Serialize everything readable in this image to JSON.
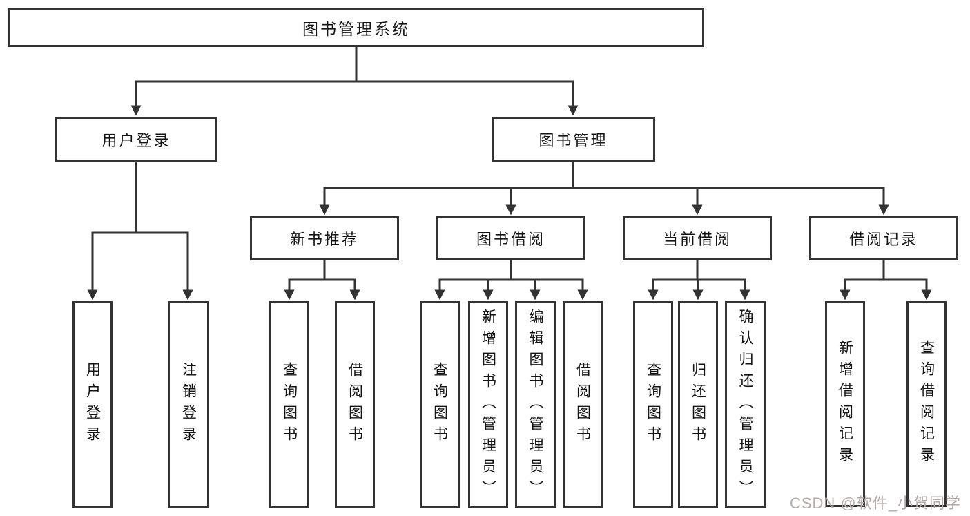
{
  "colors": {
    "line": "#333333",
    "box_background": "#ffffff",
    "text": "#141414",
    "watermark": "#b3a9a9"
  },
  "watermark": "CSDN @软件_小贺同学",
  "tree": {
    "root": {
      "label": "图书管理系统"
    },
    "branches": [
      {
        "label": "用户登录",
        "children": [
          {
            "label": "用户登录"
          },
          {
            "label": "注销登录"
          }
        ]
      },
      {
        "label": "图书管理",
        "groups": [
          {
            "label": "新书推荐",
            "children": [
              {
                "label": "查询图书"
              },
              {
                "label": "借阅图书"
              }
            ]
          },
          {
            "label": "图书借阅",
            "children": [
              {
                "label": "查询图书"
              },
              {
                "label": "新增图书（管理员）"
              },
              {
                "label": "编辑图书（管理员）"
              },
              {
                "label": "借阅图书"
              }
            ]
          },
          {
            "label": "当前借阅",
            "children": [
              {
                "label": "查询图书"
              },
              {
                "label": "归还图书"
              },
              {
                "label": "确认归还（管理员）"
              }
            ]
          },
          {
            "label": "借阅记录",
            "children": [
              {
                "label": "新增借阅记录"
              },
              {
                "label": "查询借阅记录"
              }
            ]
          }
        ]
      }
    ]
  }
}
